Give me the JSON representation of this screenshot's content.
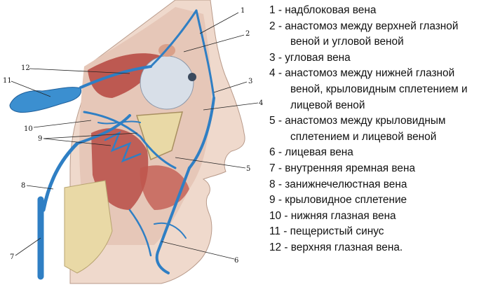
{
  "legend": [
    {
      "num": "1",
      "lines": [
        "1 - надблоковая вена"
      ]
    },
    {
      "num": "2",
      "lines": [
        "2 - анастомоз между верхней глазной",
        "веной и угловой веной"
      ]
    },
    {
      "num": "3",
      "lines": [
        "3 - угловая вена"
      ]
    },
    {
      "num": "4",
      "lines": [
        "4 - анастомоз между нижней глазной",
        "веной, крыловидным сплетением и",
        "лицевой веной"
      ]
    },
    {
      "num": "5",
      "lines": [
        "5 - анастомоз между крыловидным",
        "сплетением и лицевой веной"
      ]
    },
    {
      "num": "6",
      "lines": [
        "6 - лицевая вена"
      ]
    },
    {
      "num": "7",
      "lines": [
        "7 - внутренняя яремная вена"
      ]
    },
    {
      "num": "8",
      "lines": [
        "8 - занижнечелюстная вена"
      ]
    },
    {
      "num": "9",
      "lines": [
        "9 - крыловидное сплетение"
      ]
    },
    {
      "num": "10",
      "lines": [
        "10 - нижняя глазная вена"
      ]
    },
    {
      "num": "11",
      "lines": [
        "11 - пещеристый синус"
      ]
    },
    {
      "num": "12",
      "lines": [
        "12 - верхняя глазная вена."
      ]
    }
  ],
  "callouts": [
    "1",
    "2",
    "3",
    "4",
    "5",
    "6",
    "7",
    "8",
    "9",
    "10",
    "11",
    "12"
  ],
  "colors": {
    "vein": "#2f7fc4",
    "muscle": "#b5453e",
    "skin": "#efd9cc",
    "bone": "#e9d9a6"
  }
}
